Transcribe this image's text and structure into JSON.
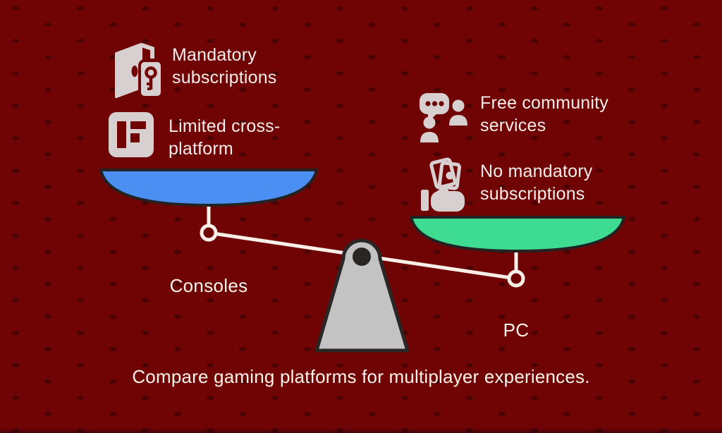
{
  "title": "Gaming platform balance scale infographic",
  "caption": "Compare gaming platforms for multiplayer experiences.",
  "left_side": {
    "label": "Consoles",
    "pan_color": "#4b8ff2",
    "features": [
      {
        "icon": "door-key-icon",
        "text": "Mandatory subscriptions"
      },
      {
        "icon": "letter-f-tile-icon",
        "text": "Limited cross-platform"
      }
    ]
  },
  "right_side": {
    "label": "PC",
    "pan_color": "#3edc92",
    "features": [
      {
        "icon": "community-chat-icon",
        "text": "Free community services"
      },
      {
        "icon": "hand-money-icon",
        "text": "No mandatory subscriptions"
      }
    ]
  },
  "scale": {
    "tilt": "right side lower",
    "beam_color": "#f8f0e8",
    "fulcrum_fill": "#c3c3c3",
    "fulcrum_outline": "#2b2626"
  },
  "colors": {
    "background": "#700404",
    "text": "#f5edeb",
    "icon_fill": "#d8d0d0",
    "pan_left_blue": "#4b8ff2",
    "pan_right_green": "#3edc92",
    "pan_outline": "#222222"
  }
}
